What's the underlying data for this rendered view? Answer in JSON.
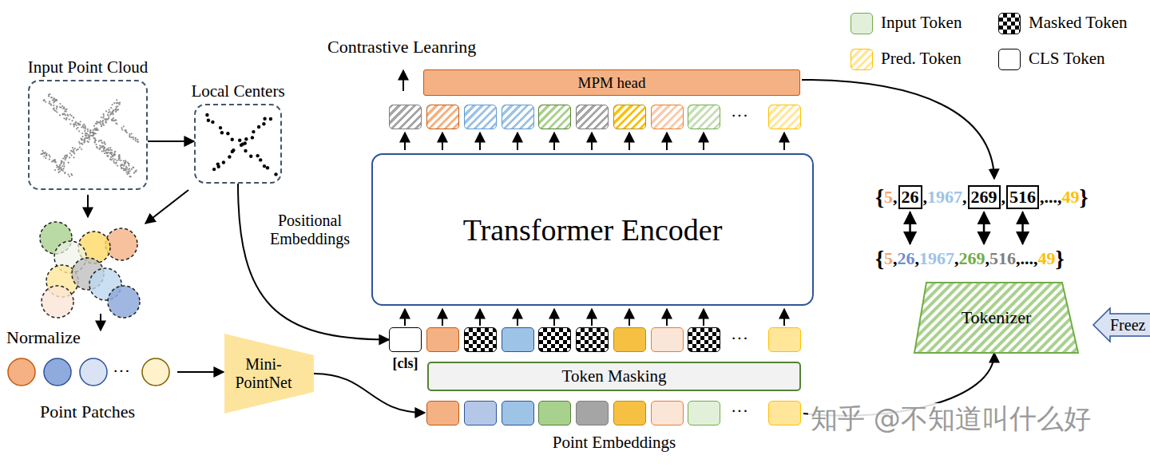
{
  "diagram": {
    "nodes": [
      {
        "text": [
          "Input Point Cloud"
        ]
      },
      {
        "text": [
          "Local Centers"
        ]
      },
      {
        "text": [
          "Mini- PointNet"
        ]
      },
      {
        "text": [
          "[cls]"
        ]
      },
      {
        "text": [
          "Token Masking"
        ]
      },
      {
        "text": [
          "Point Embeddings"
        ]
      },
      {
        "text": [
          "Transformer Encoder"
        ]
      },
      {
        "text": [
          "MPM head"
        ]
      },
      {
        "text": [
          "Tokenizer"
        ]
      },
      {
        "text": [
          "Freez"
        ]
      }
    ],
    "edges": [
      {
        "from": 0,
        "to": 1,
        "arrow": "to"
      },
      {
        "from": 1,
        "to": 3,
        "label": "Positional Embeddings",
        "arrow": "to"
      },
      {
        "from": 2,
        "to": 5,
        "arrow": "to"
      },
      {
        "from": 5,
        "to": 8,
        "arrow": "to"
      }
    ],
    "labels": [
      "Normalize",
      "Point Patches",
      "···",
      "Contrastive Leanring",
      "···",
      "···",
      "···",
      "{",
      "5",
      ",",
      "26",
      ",",
      "1967",
      ",",
      "269",
      ",",
      "516",
      ",",
      "...",
      ",",
      "49",
      "}",
      "{",
      "5",
      ",",
      "26",
      ",",
      "1967",
      ",",
      "269",
      ",",
      "516",
      ",",
      "...",
      ",",
      "49",
      "}",
      "知乎 @不知道叫什么好"
    ],
    "legend": [
      {
        "text": "Input Token",
        "color": "#e2efda"
      },
      {
        "text": "Masked Token"
      },
      {
        "text": "Pred. Token"
      },
      {
        "text": "CLS Token",
        "color": "#ffffff"
      }
    ]
  }
}
